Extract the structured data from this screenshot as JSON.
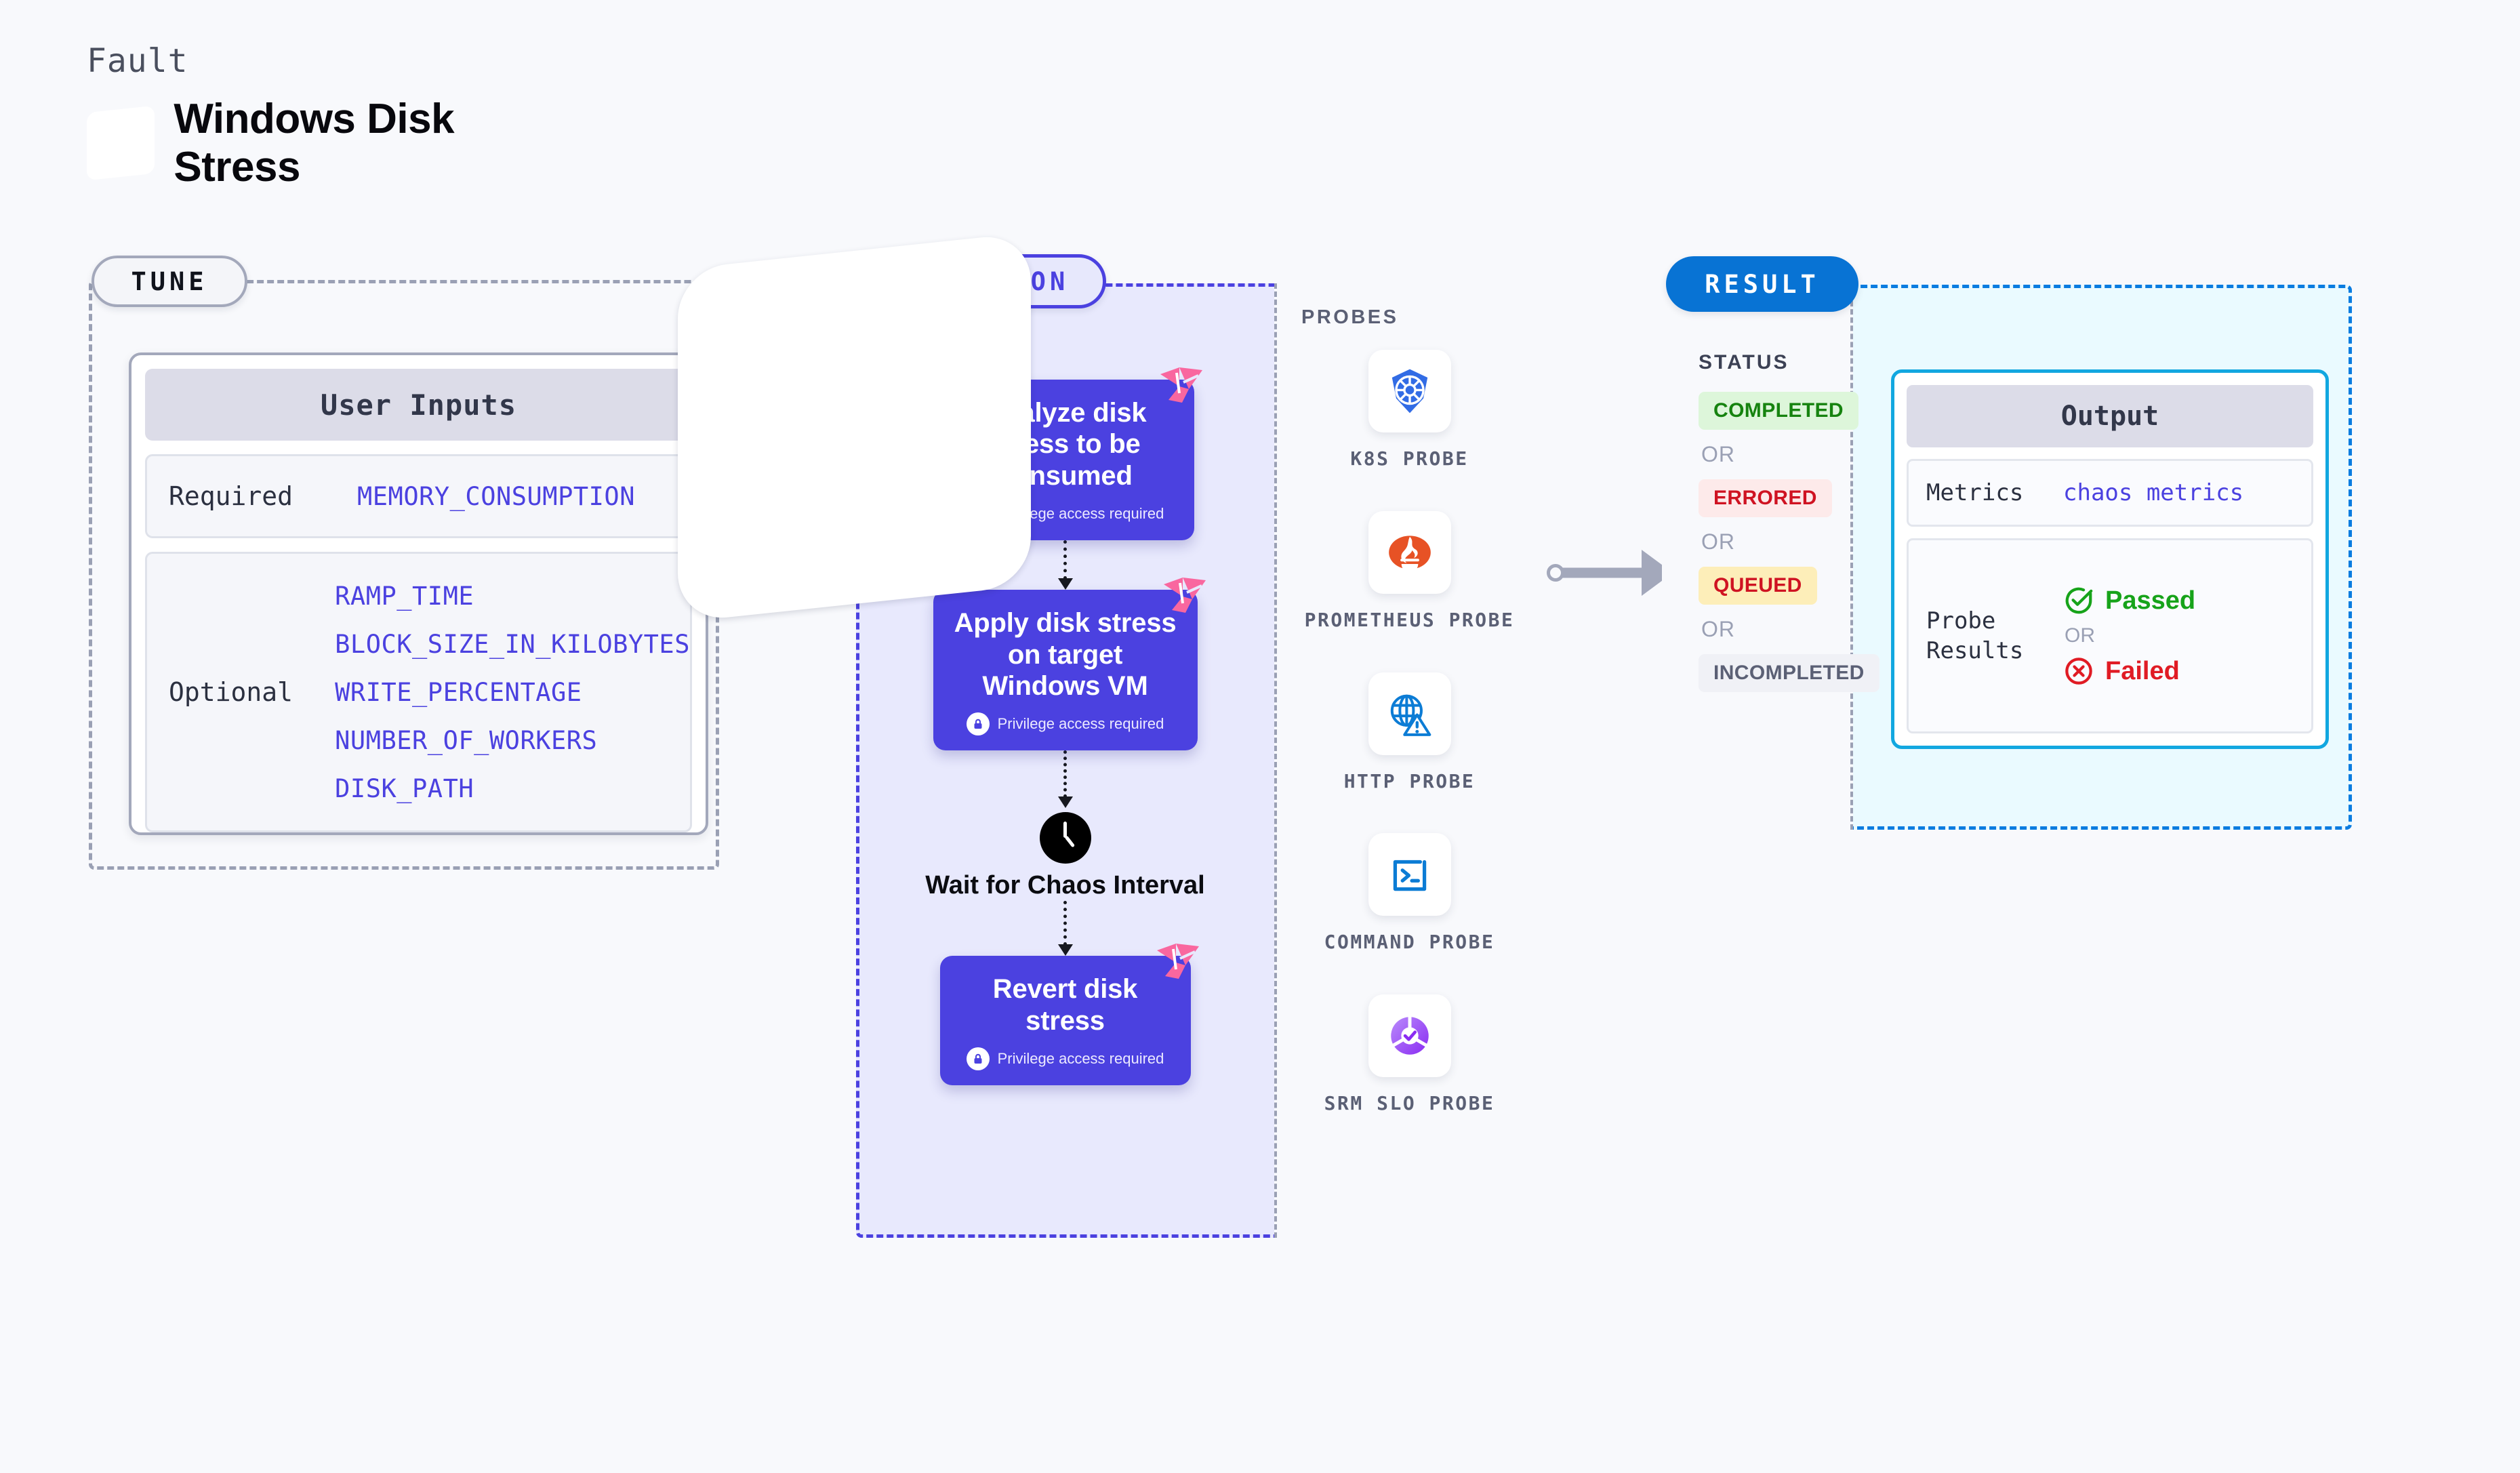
{
  "header": {
    "kicker": "Fault",
    "title": "Windows Disk Stress",
    "logo_icon": "windows-logo-icon"
  },
  "tune": {
    "pill_label": "TUNE",
    "badge_icon": "windows-logo-icon",
    "card": {
      "heading": "User Inputs",
      "required_label": "Required",
      "required_values": [
        "MEMORY_CONSUMPTION"
      ],
      "optional_label": "Optional",
      "optional_values": [
        "RAMP_TIME",
        "BLOCK_SIZE_IN_KILOBYTES",
        "WRITE_PERCENTAGE",
        "NUMBER_OF_WORKERS",
        "DISK_PATH"
      ]
    }
  },
  "execution": {
    "pill_label": "EXECUTION",
    "privilege_note": "Privilege access required",
    "steps": [
      {
        "type": "card",
        "title": "Analyze disk stress to be consumed",
        "privileged": true,
        "ribbon_icon": "harness-ribbon-icon",
        "lock_icon": "lock-icon"
      },
      {
        "type": "card",
        "title": "Apply disk stress on target Windows VM",
        "privileged": true,
        "ribbon_icon": "harness-ribbon-icon",
        "lock_icon": "lock-icon"
      },
      {
        "type": "wait",
        "title": "Wait for Chaos Interval",
        "clock_icon": "clock-icon"
      },
      {
        "type": "card",
        "title": "Revert disk stress",
        "privileged": true,
        "ribbon_icon": "harness-ribbon-icon",
        "lock_icon": "lock-icon"
      }
    ]
  },
  "probes": {
    "title": "PROBES",
    "items": [
      {
        "label": "K8S PROBE",
        "icon": "kubernetes-icon"
      },
      {
        "label": "PROMETHEUS PROBE",
        "icon": "prometheus-icon"
      },
      {
        "label": "HTTP PROBE",
        "icon": "http-globe-warning-icon"
      },
      {
        "label": "COMMAND PROBE",
        "icon": "terminal-icon"
      },
      {
        "label": "SRM SLO PROBE",
        "icon": "srm-slo-icon"
      }
    ]
  },
  "result": {
    "pill_label": "RESULT",
    "status_title": "STATUS",
    "or_label": "OR",
    "statuses": [
      {
        "label": "COMPLETED",
        "style": "completed"
      },
      {
        "label": "ERRORED",
        "style": "errored"
      },
      {
        "label": "QUEUED",
        "style": "queued"
      },
      {
        "label": "INCOMPLETED",
        "style": "incompleted"
      }
    ],
    "output": {
      "heading": "Output",
      "metrics_key": "Metrics",
      "metrics_value": "chaos metrics",
      "probe_results_key": "Probe Results",
      "passed_label": "Passed",
      "failed_label": "Failed",
      "or_label": "OR",
      "passed_icon": "check-circle-icon",
      "failed_icon": "x-circle-icon"
    }
  },
  "colors": {
    "page_bg": "#f8f9fc",
    "exec_purple": "#4b41e0",
    "result_blue": "#0873d4",
    "output_cyan": "#12a7e0",
    "ribbon_pink": "#f9679f",
    "passed_green": "#17a31a",
    "failed_red": "#e01b24",
    "queued_amber": "#fdeeb9"
  }
}
